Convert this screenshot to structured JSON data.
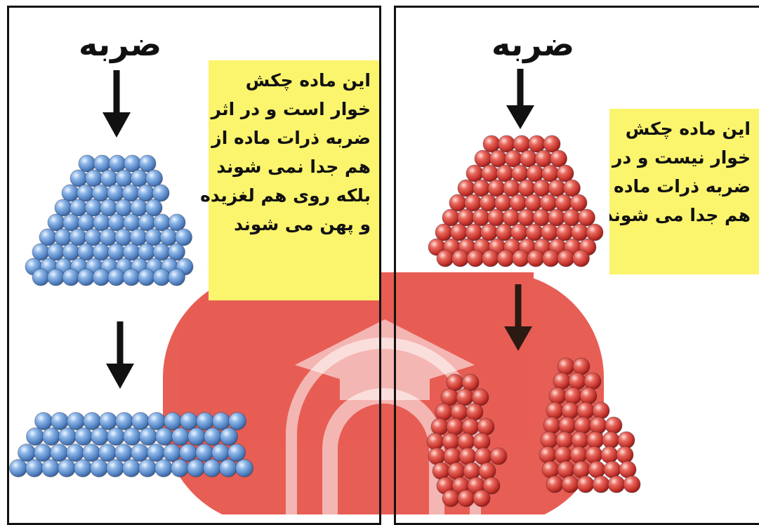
{
  "left": {
    "title": "ضربه",
    "note_lines": [
      "این ماده چکش",
      "خوار است و در اثر",
      "ضربه ذرات ماده از",
      "هم جدا نمی شوند",
      "بلکه روی هم لغزیده",
      "و پهن می شوند"
    ]
  },
  "right": {
    "title": "ضربه",
    "note_lines": [
      "این ماده چکش",
      "خوار نیست و در اثر",
      "ضربه ذرات ماده از",
      "هم جدا می شوند"
    ]
  },
  "colors": {
    "blue_sphere": "#6f9fd6",
    "red_sphere": "#d9473f",
    "note_bg": "#fbf46d",
    "watermark": "#e23a2f"
  }
}
